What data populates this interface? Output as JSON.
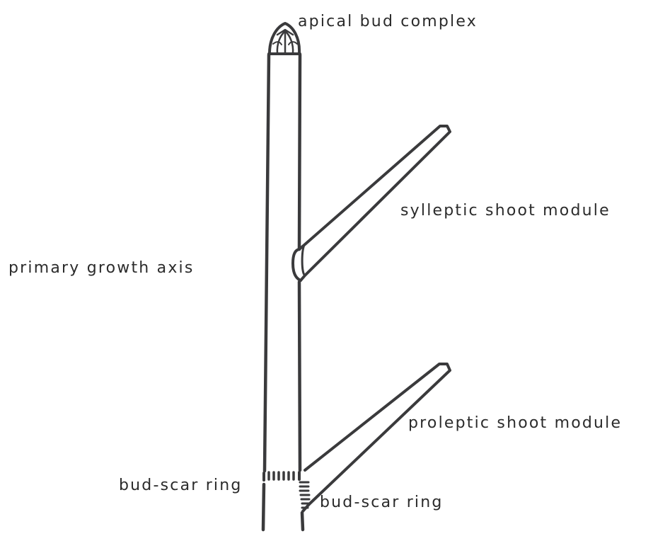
{
  "labels": {
    "apical_bud": "apical bud complex",
    "sylleptic_shoot": "sylleptic shoot module",
    "primary_axis": "primary growth axis",
    "proleptic_shoot": "proleptic shoot module",
    "bud_scar_main": "bud-scar ring",
    "bud_scar_branch": "bud-scar ring"
  },
  "colors": {
    "ink": "#3a3a3c",
    "text": "#2b2b2b",
    "background": "#ffffff"
  }
}
